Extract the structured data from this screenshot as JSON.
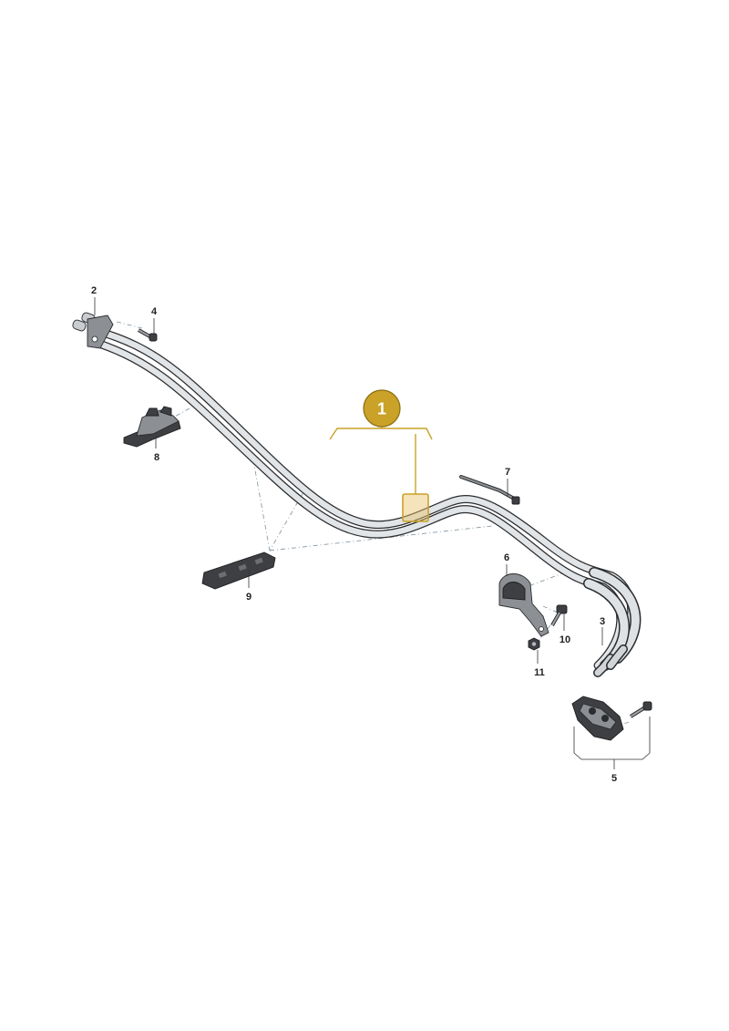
{
  "callouts": {
    "main_assembly": "1",
    "item_2": "2",
    "item_3": "3",
    "item_4": "4",
    "item_5": "5",
    "item_6": "6",
    "item_7": "7",
    "item_8": "8",
    "item_9": "9",
    "item_10": "10",
    "item_11": "11"
  },
  "colors": {
    "accent": "#c9a227",
    "accent_dark": "#8a6d10",
    "tube_outline": "#2b2c2e",
    "tube_fill": "#e2e5e8",
    "part_dark": "#3d3f42",
    "dash_line": "#8a9aa6"
  }
}
